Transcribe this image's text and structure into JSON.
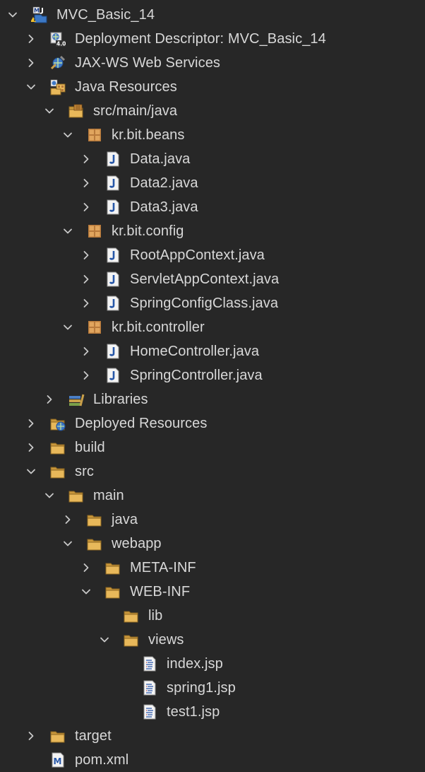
{
  "tree": [
    {
      "label": "MVC_Basic_14",
      "depth": 0,
      "twisty": "expanded",
      "icon": "maven-project-icon",
      "name": "project-root"
    },
    {
      "label": "Deployment Descriptor: MVC_Basic_14",
      "depth": 1,
      "twisty": "collapsed",
      "icon": "deployment-descriptor-icon",
      "name": "deployment-descriptor"
    },
    {
      "label": "JAX-WS Web Services",
      "depth": 1,
      "twisty": "collapsed",
      "icon": "web-services-icon",
      "name": "jax-ws-web-services"
    },
    {
      "label": "Java Resources",
      "depth": 1,
      "twisty": "expanded",
      "icon": "java-resources-icon",
      "name": "java-resources"
    },
    {
      "label": "src/main/java",
      "depth": 2,
      "twisty": "expanded",
      "icon": "source-folder-icon",
      "name": "source-folder"
    },
    {
      "label": "kr.bit.beans",
      "depth": 3,
      "twisty": "expanded",
      "icon": "package-icon",
      "name": "package-beans"
    },
    {
      "label": "Data.java",
      "depth": 4,
      "twisty": "collapsed",
      "icon": "java-file-icon",
      "name": "file-data-java"
    },
    {
      "label": "Data2.java",
      "depth": 4,
      "twisty": "collapsed",
      "icon": "java-file-icon",
      "name": "file-data2-java"
    },
    {
      "label": "Data3.java",
      "depth": 4,
      "twisty": "collapsed",
      "icon": "java-file-icon",
      "name": "file-data3-java"
    },
    {
      "label": "kr.bit.config",
      "depth": 3,
      "twisty": "expanded",
      "icon": "package-icon",
      "name": "package-config"
    },
    {
      "label": "RootAppContext.java",
      "depth": 4,
      "twisty": "collapsed",
      "icon": "java-file-icon",
      "name": "file-rootappcontext-java"
    },
    {
      "label": "ServletAppContext.java",
      "depth": 4,
      "twisty": "collapsed",
      "icon": "java-file-icon",
      "name": "file-servletappcontext-java"
    },
    {
      "label": "SpringConfigClass.java",
      "depth": 4,
      "twisty": "collapsed",
      "icon": "java-file-icon",
      "name": "file-springconfigclass-java"
    },
    {
      "label": "kr.bit.controller",
      "depth": 3,
      "twisty": "expanded",
      "icon": "package-icon",
      "name": "package-controller"
    },
    {
      "label": "HomeController.java",
      "depth": 4,
      "twisty": "collapsed",
      "icon": "java-file-icon",
      "name": "file-homecontroller-java"
    },
    {
      "label": "SpringController.java",
      "depth": 4,
      "twisty": "collapsed",
      "icon": "java-file-icon",
      "name": "file-springcontroller-java"
    },
    {
      "label": "Libraries",
      "depth": 2,
      "twisty": "collapsed",
      "icon": "libraries-icon",
      "name": "libraries"
    },
    {
      "label": "Deployed Resources",
      "depth": 1,
      "twisty": "collapsed",
      "icon": "deployed-resources-icon",
      "name": "deployed-resources"
    },
    {
      "label": "build",
      "depth": 1,
      "twisty": "collapsed",
      "icon": "folder-icon",
      "name": "folder-build"
    },
    {
      "label": "src",
      "depth": 1,
      "twisty": "expanded",
      "icon": "folder-icon",
      "name": "folder-src"
    },
    {
      "label": "main",
      "depth": 2,
      "twisty": "expanded",
      "icon": "folder-icon",
      "name": "folder-main"
    },
    {
      "label": "java",
      "depth": 3,
      "twisty": "collapsed",
      "icon": "folder-icon",
      "name": "folder-java"
    },
    {
      "label": "webapp",
      "depth": 3,
      "twisty": "expanded",
      "icon": "folder-icon",
      "name": "folder-webapp"
    },
    {
      "label": "META-INF",
      "depth": 4,
      "twisty": "collapsed",
      "icon": "folder-icon",
      "name": "folder-meta-inf"
    },
    {
      "label": "WEB-INF",
      "depth": 4,
      "twisty": "expanded",
      "icon": "folder-icon",
      "name": "folder-web-inf"
    },
    {
      "label": "lib",
      "depth": 5,
      "twisty": "none",
      "icon": "folder-icon",
      "name": "folder-lib"
    },
    {
      "label": "views",
      "depth": 5,
      "twisty": "expanded",
      "icon": "folder-icon",
      "name": "folder-views"
    },
    {
      "label": "index.jsp",
      "depth": 6,
      "twisty": "none",
      "icon": "jsp-file-icon",
      "name": "file-index-jsp"
    },
    {
      "label": "spring1.jsp",
      "depth": 6,
      "twisty": "none",
      "icon": "jsp-file-icon",
      "name": "file-spring1-jsp"
    },
    {
      "label": "test1.jsp",
      "depth": 6,
      "twisty": "none",
      "icon": "jsp-file-icon",
      "name": "file-test1-jsp"
    },
    {
      "label": "target",
      "depth": 1,
      "twisty": "collapsed",
      "icon": "folder-icon",
      "name": "folder-target"
    },
    {
      "label": "pom.xml",
      "depth": 1,
      "twisty": "none",
      "icon": "maven-pom-icon",
      "name": "file-pom-xml"
    }
  ]
}
